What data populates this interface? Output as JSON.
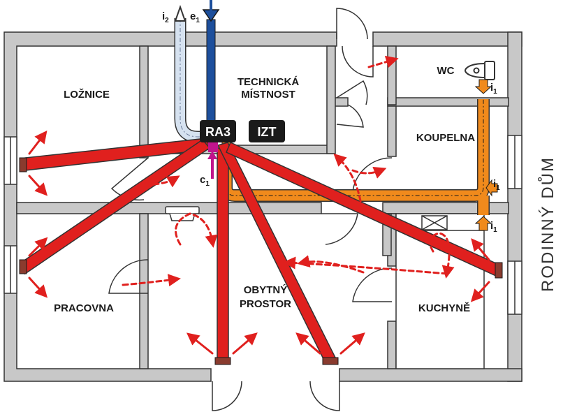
{
  "side_title": "RODINNÝ DŮM",
  "rooms": {
    "loznice": "LOŽNICE",
    "technicka_1": "TECHNICKÁ",
    "technicka_2": "MÍSTNOST",
    "wc": "WC",
    "koupelna": "KOUPELNA",
    "pracovna": "PRACOVNA",
    "obytny_1": "OBYTNÝ",
    "obytny_2": "PROSTOR",
    "kuchyne": "KUCHYNĚ"
  },
  "units": {
    "ra3": "RA3",
    "izt": "IZT"
  },
  "duct_labels": {
    "i2_main": "i",
    "i2_sub": "2",
    "e1_main": "e",
    "e1_sub": "1",
    "c1_main": "c",
    "c1_sub": "1",
    "i1_main": "i",
    "i1_sub": "1"
  },
  "colors": {
    "wall": "#c8c8c8",
    "wall_edge": "#333333",
    "supply_duct": "#e0201e",
    "extract_duct": "#f08a1c",
    "intake_duct": "#d6e2f0",
    "exhaust_duct": "#1d4f9c",
    "condensate": "#c0148c",
    "unit_box": "#1a1a1a"
  }
}
